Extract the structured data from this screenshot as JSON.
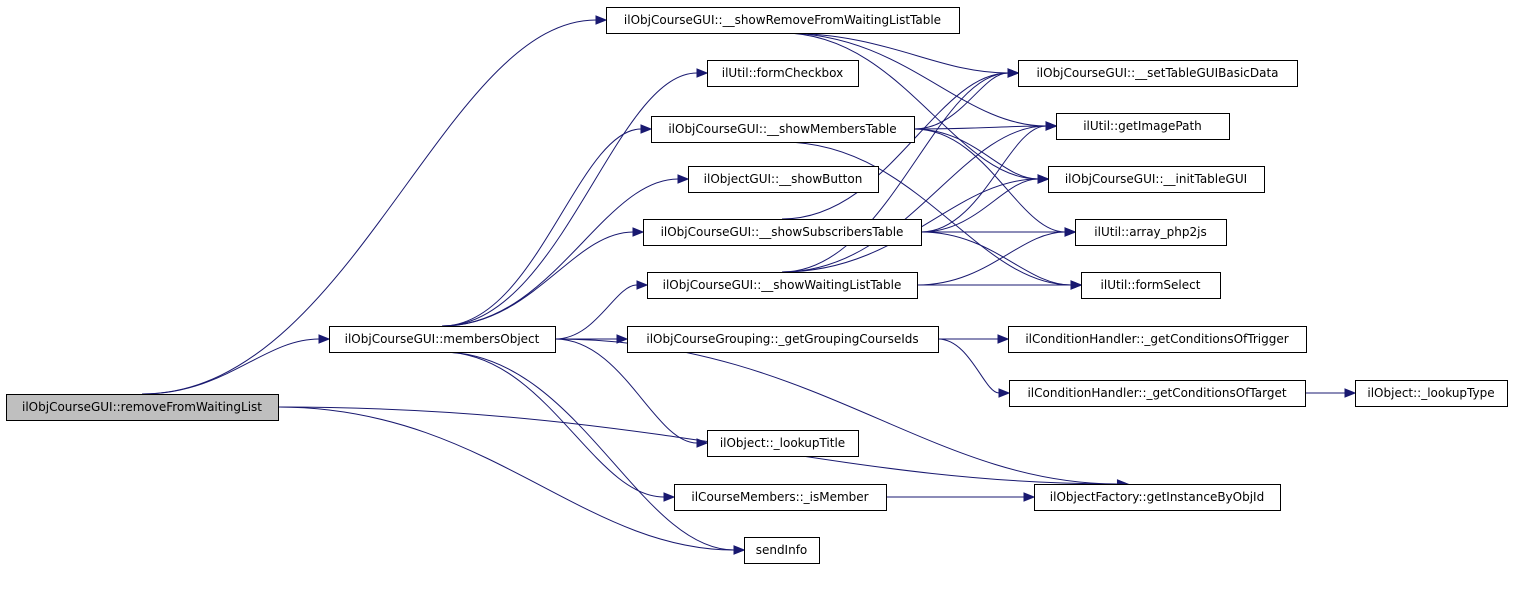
{
  "diagram": {
    "type": "call-graph",
    "colors": {
      "edge": "#191970",
      "root_fill": "#bfbfbf",
      "node_fill": "#ffffff",
      "border": "#000000"
    },
    "nodes": [
      {
        "id": "removeFromWaitingList",
        "label": "ilObjCourseGUI::removeFromWaitingList",
        "root": true
      },
      {
        "id": "membersObject",
        "label": "ilObjCourseGUI::membersObject"
      },
      {
        "id": "showRemoveFromWaitingListTable",
        "label": "ilObjCourseGUI::__showRemoveFromWaitingListTable"
      },
      {
        "id": "formCheckbox",
        "label": "ilUtil::formCheckbox"
      },
      {
        "id": "showMembersTable",
        "label": "ilObjCourseGUI::__showMembersTable"
      },
      {
        "id": "showButton",
        "label": "ilObjectGUI::__showButton"
      },
      {
        "id": "showSubscribersTable",
        "label": "ilObjCourseGUI::__showSubscribersTable"
      },
      {
        "id": "showWaitingListTable",
        "label": "ilObjCourseGUI::__showWaitingListTable"
      },
      {
        "id": "getGroupingCourseIds",
        "label": "ilObjCourseGrouping::_getGroupingCourseIds"
      },
      {
        "id": "lookupTitle",
        "label": "ilObject::_lookupTitle"
      },
      {
        "id": "isMember",
        "label": "ilCourseMembers::_isMember"
      },
      {
        "id": "sendInfo",
        "label": "sendInfo"
      },
      {
        "id": "setTableGUIBasicData",
        "label": "ilObjCourseGUI::__setTableGUIBasicData"
      },
      {
        "id": "getImagePath",
        "label": "ilUtil::getImagePath"
      },
      {
        "id": "initTableGUI",
        "label": "ilObjCourseGUI::__initTableGUI"
      },
      {
        "id": "array_php2js",
        "label": "ilUtil::array_php2js"
      },
      {
        "id": "formSelect",
        "label": "ilUtil::formSelect"
      },
      {
        "id": "getConditionsOfTrigger",
        "label": "ilConditionHandler::_getConditionsOfTrigger"
      },
      {
        "id": "getConditionsOfTarget",
        "label": "ilConditionHandler::_getConditionsOfTarget"
      },
      {
        "id": "getInstanceByObjId",
        "label": "ilObjectFactory::getInstanceByObjId"
      },
      {
        "id": "lookupType",
        "label": "ilObject::_lookupType"
      }
    ],
    "edges": [
      [
        "removeFromWaitingList",
        "showRemoveFromWaitingListTable"
      ],
      [
        "removeFromWaitingList",
        "membersObject"
      ],
      [
        "removeFromWaitingList",
        "sendInfo"
      ],
      [
        "removeFromWaitingList",
        "getInstanceByObjId"
      ],
      [
        "membersObject",
        "formCheckbox"
      ],
      [
        "membersObject",
        "showMembersTable"
      ],
      [
        "membersObject",
        "showButton"
      ],
      [
        "membersObject",
        "showSubscribersTable"
      ],
      [
        "membersObject",
        "showWaitingListTable"
      ],
      [
        "membersObject",
        "getGroupingCourseIds"
      ],
      [
        "membersObject",
        "lookupTitle"
      ],
      [
        "membersObject",
        "isMember"
      ],
      [
        "membersObject",
        "sendInfo"
      ],
      [
        "membersObject",
        "getInstanceByObjId"
      ],
      [
        "showRemoveFromWaitingListTable",
        "setTableGUIBasicData"
      ],
      [
        "showRemoveFromWaitingListTable",
        "getImagePath"
      ],
      [
        "showRemoveFromWaitingListTable",
        "initTableGUI"
      ],
      [
        "showMembersTable",
        "setTableGUIBasicData"
      ],
      [
        "showMembersTable",
        "getImagePath"
      ],
      [
        "showMembersTable",
        "initTableGUI"
      ],
      [
        "showMembersTable",
        "array_php2js"
      ],
      [
        "showMembersTable",
        "formSelect"
      ],
      [
        "showSubscribersTable",
        "setTableGUIBasicData"
      ],
      [
        "showSubscribersTable",
        "getImagePath"
      ],
      [
        "showSubscribersTable",
        "initTableGUI"
      ],
      [
        "showSubscribersTable",
        "array_php2js"
      ],
      [
        "showSubscribersTable",
        "formSelect"
      ],
      [
        "showWaitingListTable",
        "setTableGUIBasicData"
      ],
      [
        "showWaitingListTable",
        "getImagePath"
      ],
      [
        "showWaitingListTable",
        "initTableGUI"
      ],
      [
        "showWaitingListTable",
        "array_php2js"
      ],
      [
        "showWaitingListTable",
        "formSelect"
      ],
      [
        "getGroupingCourseIds",
        "getConditionsOfTrigger"
      ],
      [
        "getGroupingCourseIds",
        "getConditionsOfTarget"
      ],
      [
        "getConditionsOfTarget",
        "lookupType"
      ],
      [
        "isMember",
        "getInstanceByObjId"
      ]
    ]
  }
}
